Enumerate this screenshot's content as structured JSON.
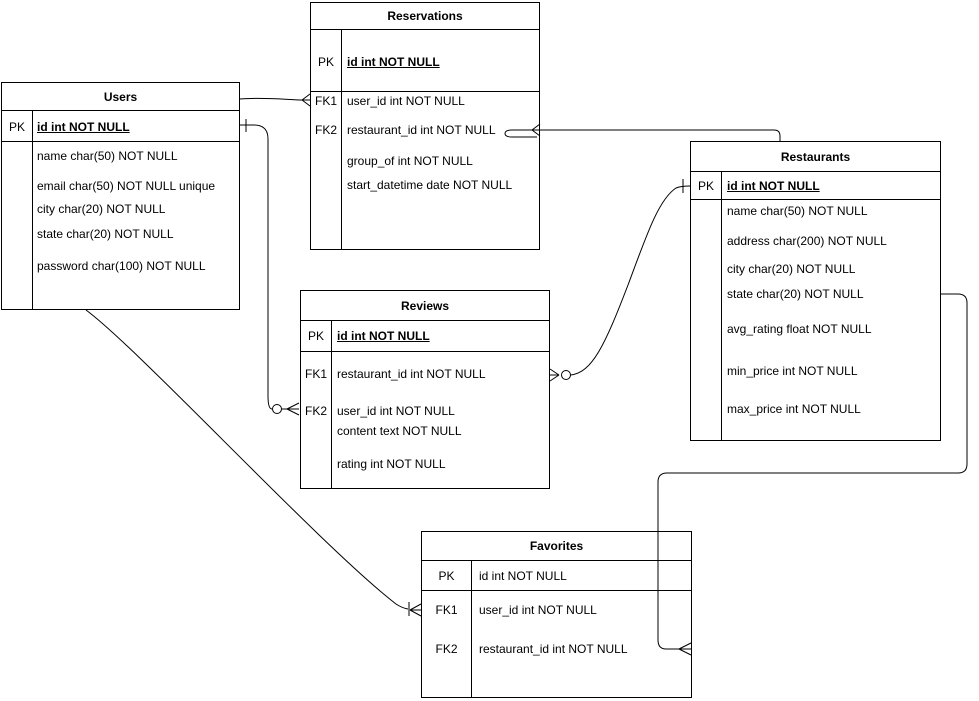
{
  "diagram": {
    "kind": "entity-relationship",
    "notation": "crow's foot",
    "colors": {
      "line": "#000000",
      "background": "#ffffff",
      "text": "#000000"
    }
  },
  "entities": {
    "users": {
      "title": "Users",
      "key_label": "PK",
      "pk": "id int NOT NULL",
      "attributes": [
        "name char(50) NOT NULL",
        "email char(50) NOT NULL unique",
        "city char(20) NOT NULL",
        "state char(20) NOT NULL",
        "password char(100) NOT NULL"
      ]
    },
    "reservations": {
      "title": "Reservations",
      "key_label": "PK",
      "pk": "id int NOT NULL",
      "fk_labels": [
        "FK1",
        "FK2"
      ],
      "attributes": [
        "user_id int NOT NULL",
        "restaurant_id int NOT NULL",
        "group_of int NOT NULL",
        "start_datetime date NOT NULL"
      ]
    },
    "restaurants": {
      "title": "Restaurants",
      "key_label": "PK",
      "pk": "id int NOT NULL",
      "attributes": [
        "name char(50) NOT NULL",
        "address char(200) NOT NULL",
        "city char(20) NOT NULL",
        "state char(20) NOT NULL",
        "avg_rating float NOT NULL",
        "min_price int NOT NULL",
        "max_price int NOT NULL"
      ]
    },
    "reviews": {
      "title": "Reviews",
      "key_label": "PK",
      "pk": "id int NOT NULL",
      "fk_labels": [
        "FK1",
        "FK2"
      ],
      "attributes": [
        "restaurant_id int NOT NULL",
        "user_id int NOT NULL",
        "content text NOT NULL",
        "rating int NOT NULL"
      ]
    },
    "favorites": {
      "title": "Favorites",
      "key_label": "PK",
      "pk": "id int NOT NULL",
      "fk_labels": [
        "FK1",
        "FK2"
      ],
      "attributes": [
        "user_id int NOT NULL",
        "restaurant_id int NOT NULL"
      ]
    }
  },
  "relationships": [
    {
      "from": "Users",
      "to": "Reservations.user_id",
      "from_symbol": "none",
      "to_symbol": "many"
    },
    {
      "from": "Users.id",
      "to": "Reviews.user_id",
      "from_symbol": "one",
      "to_symbol": "zero-or-many"
    },
    {
      "from": "Users",
      "to": "Favorites.user_id",
      "from_symbol": "none",
      "to_symbol": "one-and-many"
    },
    {
      "from": "Restaurants",
      "to": "Reservations.restaurant_id",
      "from_symbol": "none",
      "to_symbol": "many"
    },
    {
      "from": "Restaurants.id",
      "to": "Reviews.restaurant_id",
      "from_symbol": "one",
      "to_symbol": "zero-or-many"
    },
    {
      "from": "Restaurants",
      "to": "Favorites.restaurant_id",
      "from_symbol": "none",
      "to_symbol": "many"
    }
  ]
}
